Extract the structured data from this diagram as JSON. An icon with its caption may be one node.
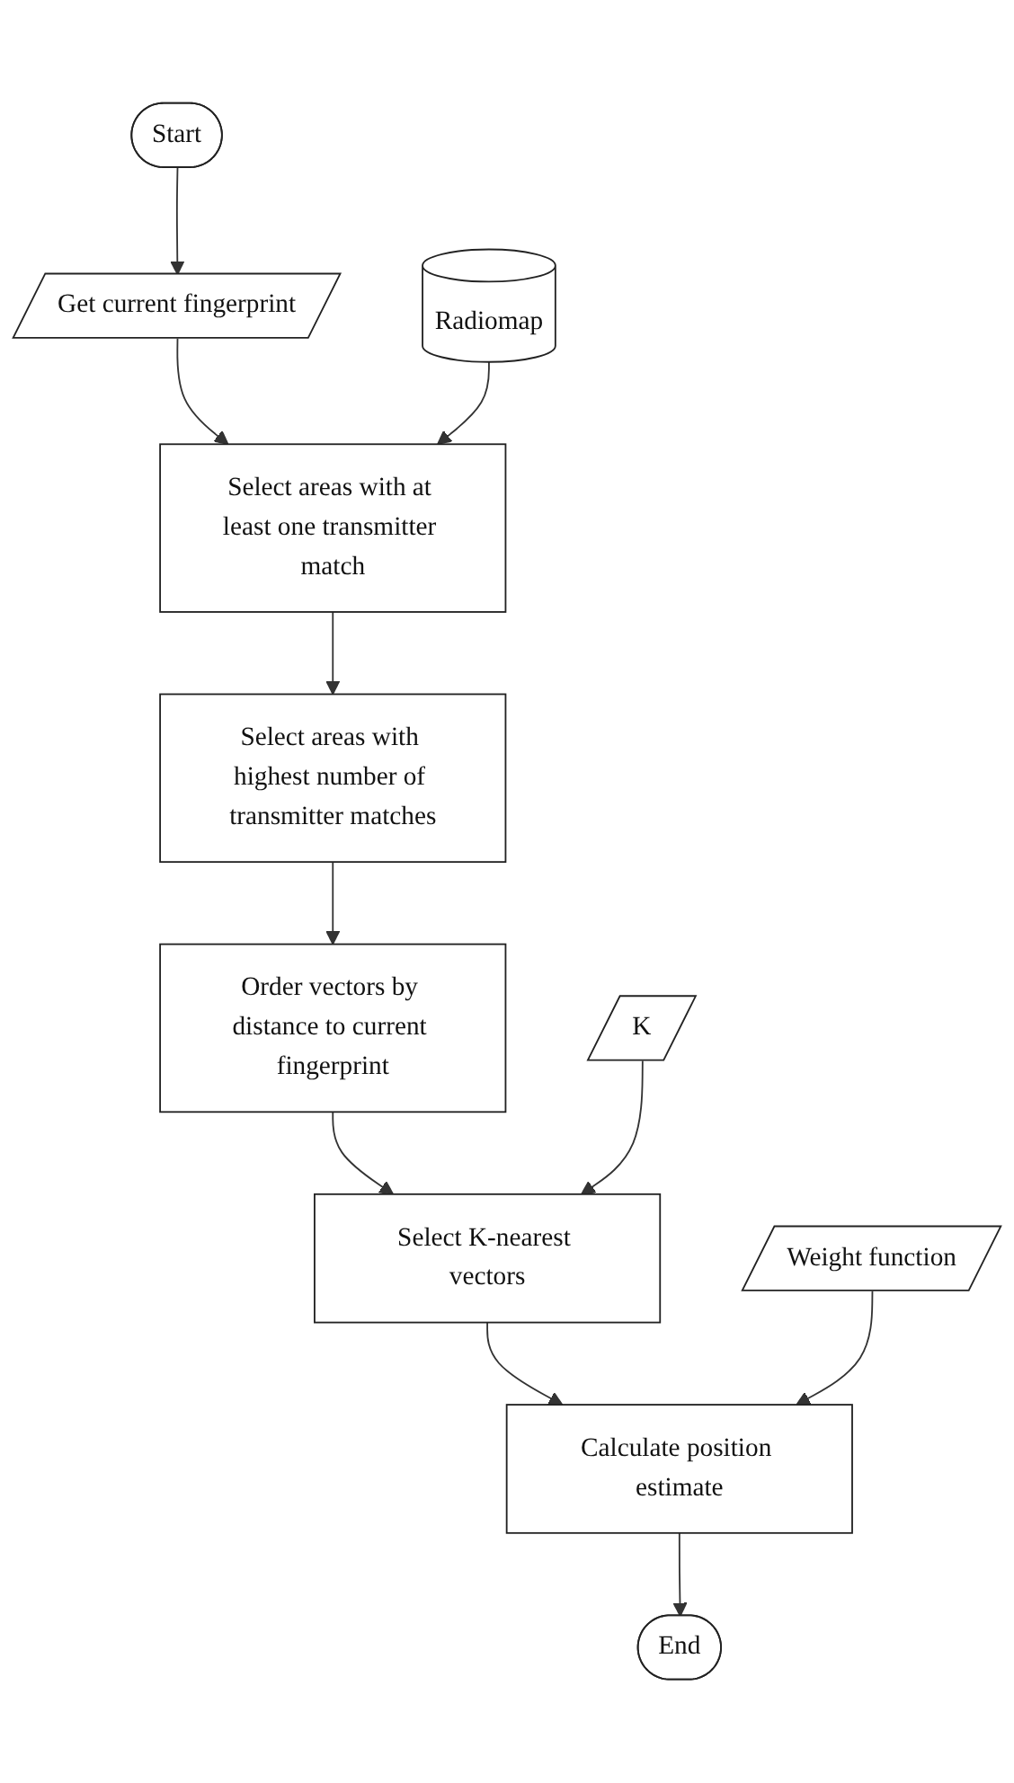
{
  "diagram": {
    "nodes": [
      {
        "text": [
          "Start"
        ]
      },
      {
        "text": [
          "Get current fingerprint"
        ]
      },
      {
        "text": [
          "Select areas with at least one transmitter match"
        ]
      },
      {
        "text": [
          "Radiomap"
        ]
      },
      {
        "text": [
          "Select areas with highest number of transmitter matches"
        ]
      },
      {
        "text": [
          "Order vectors by distance to current fingerprint"
        ]
      },
      {
        "text": [
          "Select K-nearest vectors"
        ]
      },
      {
        "text": [
          "K"
        ]
      },
      {
        "text": [
          "Calculate position estimate"
        ]
      },
      {
        "text": [
          "Weight function"
        ]
      },
      {
        "text": [
          "End"
        ]
      }
    ],
    "edges": [
      {
        "from": 0,
        "to": 1,
        "arrow": "to"
      },
      {
        "from": 1,
        "to": 2,
        "arrow": "to"
      },
      {
        "from": 3,
        "to": 2,
        "arrow": "to"
      },
      {
        "from": 2,
        "to": 4,
        "arrow": "to"
      },
      {
        "from": 4,
        "to": 5,
        "arrow": "to"
      },
      {
        "from": 5,
        "to": 6,
        "arrow": "to"
      },
      {
        "from": 7,
        "to": 6,
        "arrow": "to"
      },
      {
        "from": 6,
        "to": 8,
        "arrow": "to"
      },
      {
        "from": 9,
        "to": 8,
        "arrow": "to"
      },
      {
        "from": 8,
        "to": 10,
        "arrow": "to"
      }
    ]
  }
}
